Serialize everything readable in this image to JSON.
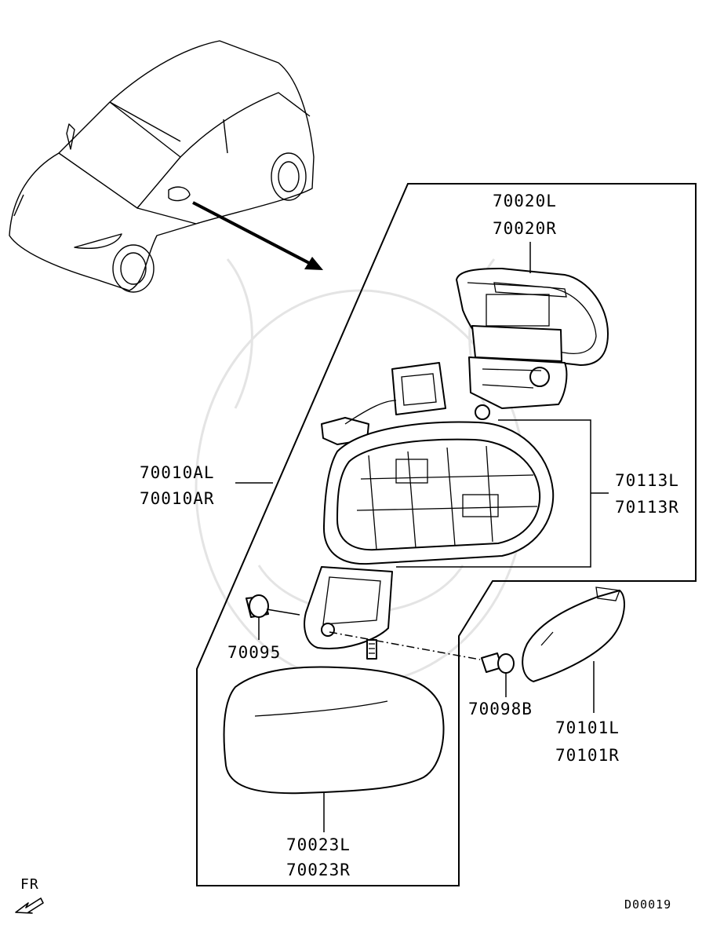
{
  "labels": {
    "p70020": [
      "70020L",
      "70020R"
    ],
    "p70010": [
      "70010AL",
      "70010AR"
    ],
    "p70113": [
      "70113L",
      "70113R"
    ],
    "p70095": "70095",
    "p70098": "70098B",
    "p70101": [
      "70101L",
      "70101R"
    ],
    "p70023": [
      "70023L",
      "70023R"
    ]
  },
  "direction_label": "FR",
  "diagram_code": "D00019"
}
